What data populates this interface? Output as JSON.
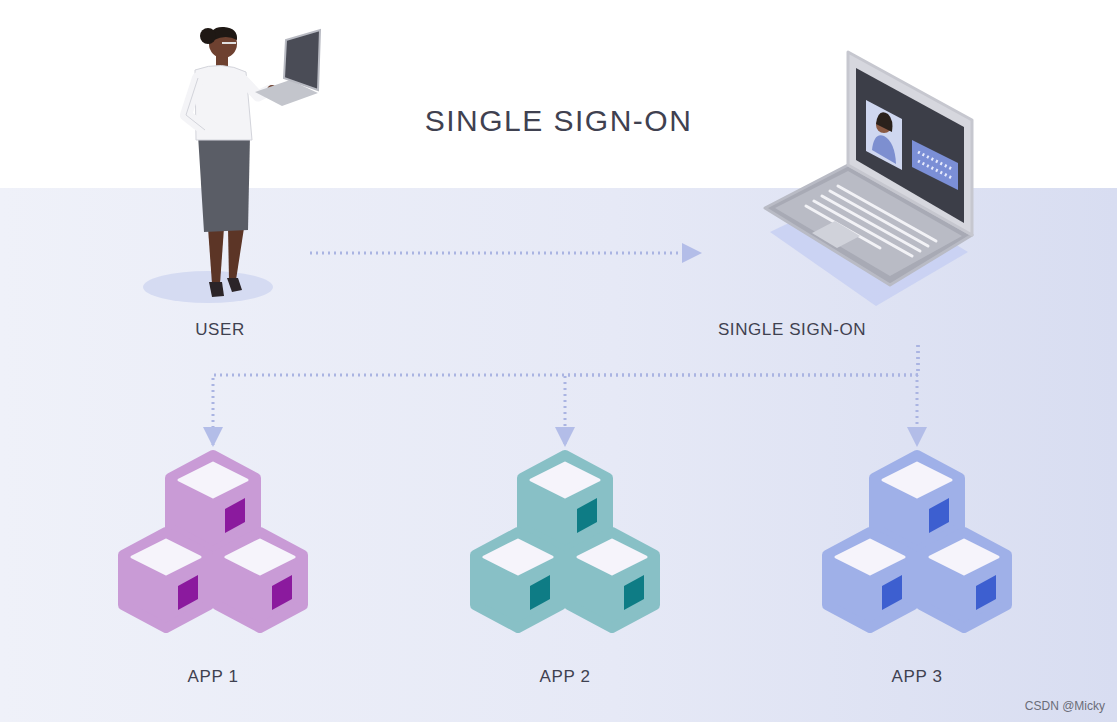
{
  "diagram": {
    "title": "SINGLE SIGN-ON",
    "nodes": [
      {
        "text": [
          "USER"
        ]
      },
      {
        "text": [
          "SINGLE SIGN-ON"
        ]
      },
      {
        "text": [
          "APP 1"
        ]
      },
      {
        "text": [
          "APP 2"
        ]
      },
      {
        "text": [
          "APP 3"
        ]
      }
    ],
    "edges": [
      {
        "from": 0,
        "to": 1,
        "arrow": "to"
      },
      {
        "from": 1,
        "to": 2,
        "arrow": "to"
      },
      {
        "from": 1,
        "to": 3,
        "arrow": "to"
      },
      {
        "from": 1,
        "to": 4,
        "arrow": "to"
      }
    ],
    "labels": [
      "CSDN @Micky"
    ]
  }
}
